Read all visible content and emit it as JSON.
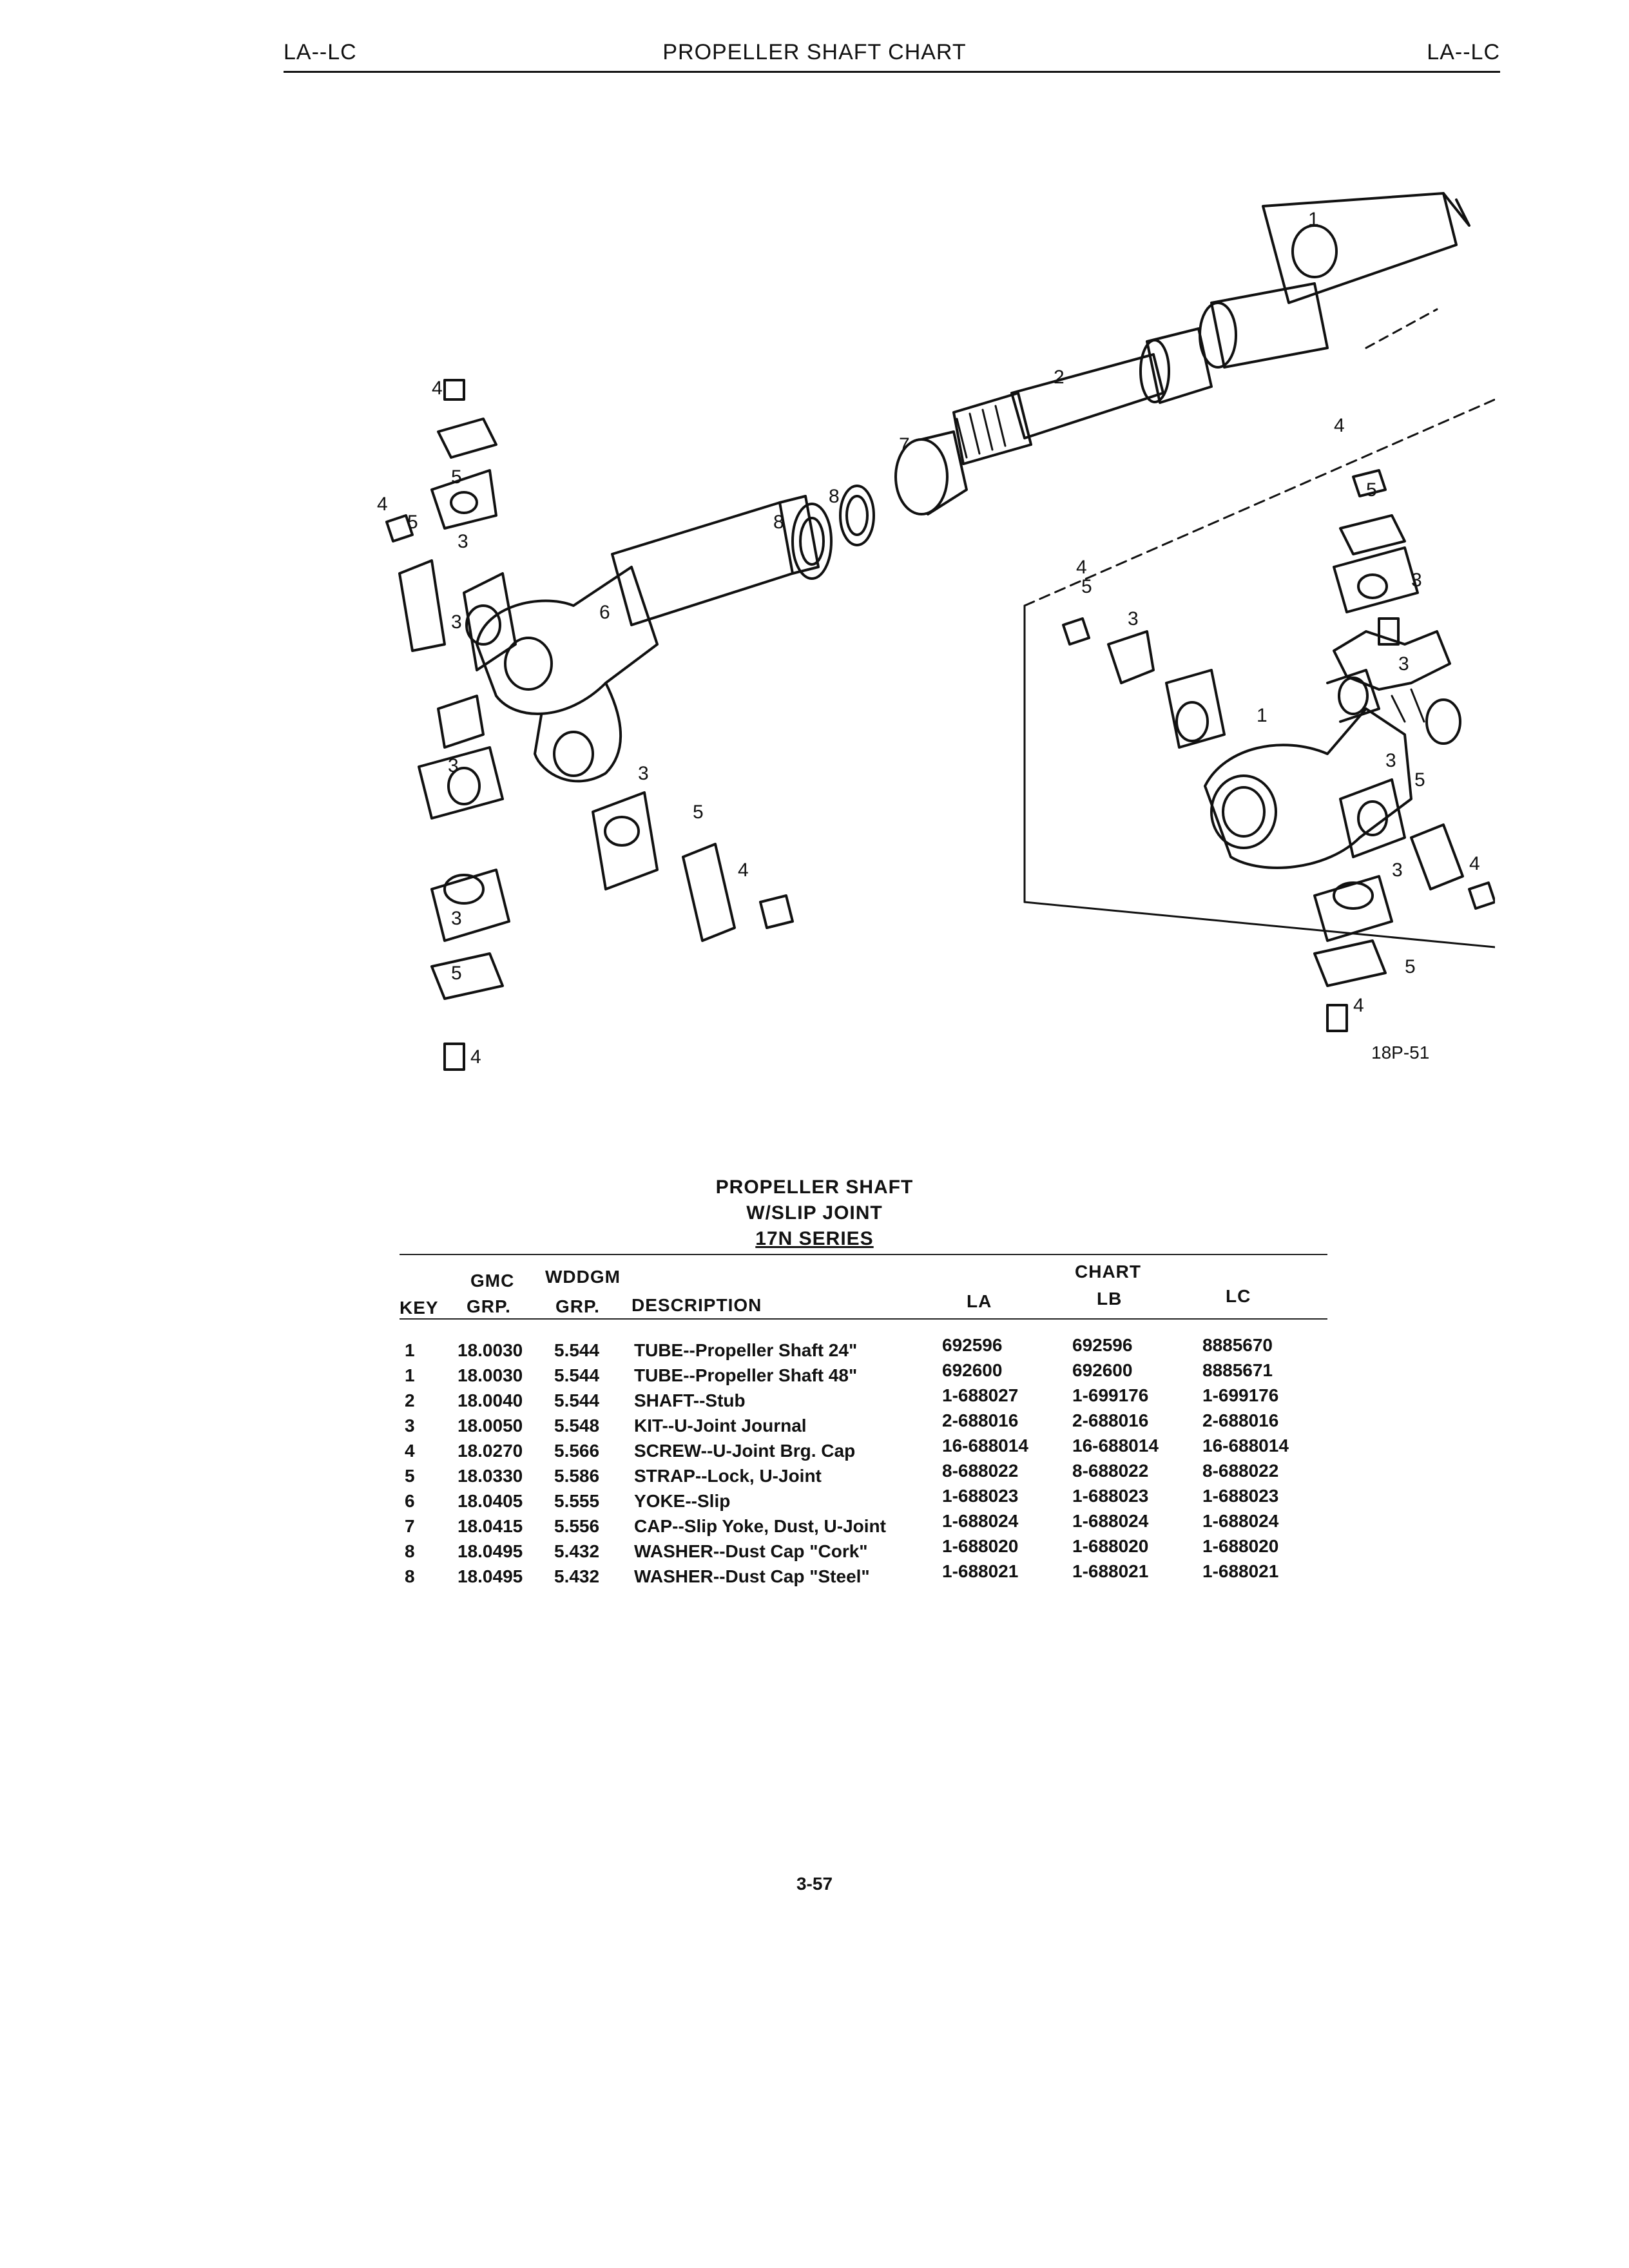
{
  "header": {
    "left": "LA--LC",
    "center": "PROPELLER SHAFT CHART",
    "right": "LA--LC"
  },
  "figure": {
    "id": "18P-51",
    "callouts": [
      "1",
      "2",
      "3",
      "4",
      "5",
      "6",
      "7",
      "8"
    ]
  },
  "table": {
    "title_lines": [
      "PROPELLER SHAFT",
      "W/SLIP JOINT",
      "17N SERIES"
    ],
    "chart_label": "CHART",
    "columns_top": {
      "gmc": "GMC",
      "wddgm": "WDDGM"
    },
    "columns": {
      "key": "KEY",
      "gmc_grp": "GRP.",
      "wddgm_grp": "GRP.",
      "description": "DESCRIPTION",
      "la": "LA",
      "lb": "LB",
      "lc": "LC"
    },
    "rows": [
      {
        "key": "1",
        "gmc": "18.0030",
        "wddgm": "5.544",
        "desc": "TUBE--Propeller Shaft 24\"",
        "la": "692596",
        "lb": "692596",
        "lc": "8885670"
      },
      {
        "key": "1",
        "gmc": "18.0030",
        "wddgm": "5.544",
        "desc": "TUBE--Propeller Shaft 48\"",
        "la": "692600",
        "lb": "692600",
        "lc": "8885671"
      },
      {
        "key": "2",
        "gmc": "18.0040",
        "wddgm": "5.544",
        "desc": "SHAFT--Stub",
        "la": "1-688027",
        "lb": "1-699176",
        "lc": "1-699176"
      },
      {
        "key": "3",
        "gmc": "18.0050",
        "wddgm": "5.548",
        "desc": "KIT--U-Joint Journal",
        "la": "2-688016",
        "lb": "2-688016",
        "lc": "2-688016"
      },
      {
        "key": "4",
        "gmc": "18.0270",
        "wddgm": "5.566",
        "desc": "SCREW--U-Joint Brg. Cap",
        "la": "16-688014",
        "lb": "16-688014",
        "lc": "16-688014"
      },
      {
        "key": "5",
        "gmc": "18.0330",
        "wddgm": "5.586",
        "desc": "STRAP--Lock, U-Joint",
        "la": "8-688022",
        "lb": "8-688022",
        "lc": "8-688022"
      },
      {
        "key": "6",
        "gmc": "18.0405",
        "wddgm": "5.555",
        "desc": "YOKE--Slip",
        "la": "1-688023",
        "lb": "1-688023",
        "lc": "1-688023"
      },
      {
        "key": "7",
        "gmc": "18.0415",
        "wddgm": "5.556",
        "desc": "CAP--Slip Yoke, Dust, U-Joint",
        "la": "1-688024",
        "lb": "1-688024",
        "lc": "1-688024"
      },
      {
        "key": "8",
        "gmc": "18.0495",
        "wddgm": "5.432",
        "desc": "WASHER--Dust Cap \"Cork\"",
        "la": "1-688020",
        "lb": "1-688020",
        "lc": "1-688020"
      },
      {
        "key": "8",
        "gmc": "18.0495",
        "wddgm": "5.432",
        "desc": "WASHER--Dust Cap \"Steel\"",
        "la": "1-688021",
        "lb": "1-688021",
        "lc": "1-688021"
      }
    ]
  },
  "page_number": "3-57"
}
